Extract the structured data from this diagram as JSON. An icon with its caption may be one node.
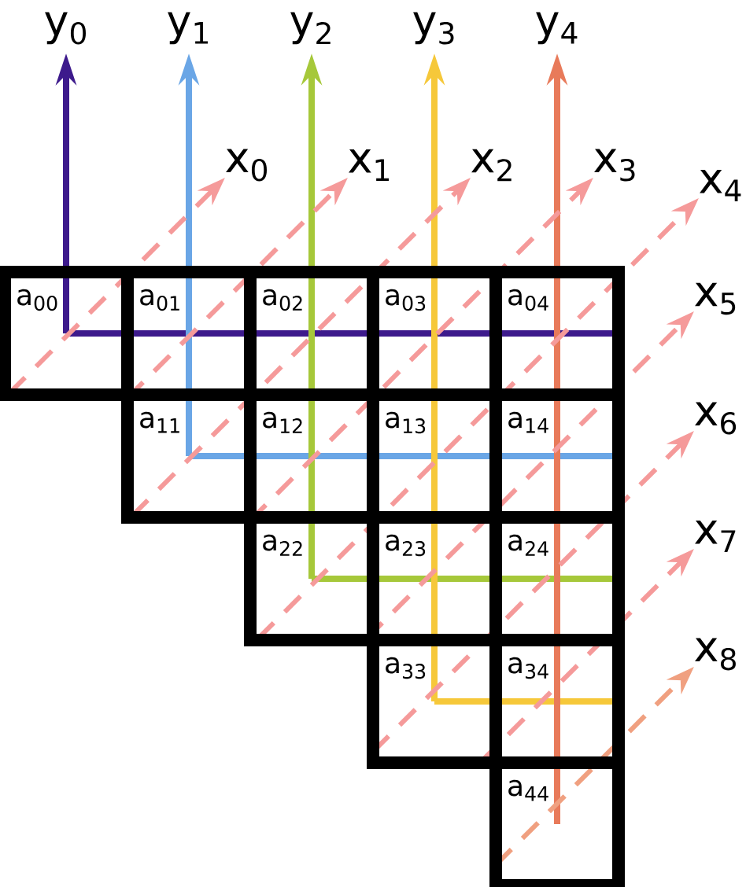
{
  "diagram": {
    "nodes": [
      {
        "text": [
          "a$_{00}$"
        ]
      },
      {
        "text": [
          "a$_{01}$"
        ]
      },
      {
        "text": [
          "a$_{02}$"
        ]
      },
      {
        "text": [
          "a$_{03}$"
        ]
      },
      {
        "text": [
          "a$_{04}$"
        ]
      },
      {
        "text": [
          "a$_{11}$"
        ]
      },
      {
        "text": [
          "a$_{12}$"
        ]
      },
      {
        "text": [
          "a$_{13}$"
        ]
      },
      {
        "text": [
          "a$_{14}$"
        ]
      },
      {
        "text": [
          "a$_{22}$"
        ]
      },
      {
        "text": [
          "a$_{23}$"
        ]
      },
      {
        "text": [
          "a$_{24}$"
        ]
      },
      {
        "text": [
          "a$_{33}$"
        ]
      },
      {
        "text": [
          "a$_{34}$"
        ]
      },
      {
        "text": [
          "a$_{44}$"
        ]
      }
    ],
    "labels": [
      "y$_{0}$",
      "y$_{1}$",
      "y$_{2}$",
      "y$_{3}$",
      "y$_{4}$",
      "x$_{0}$",
      "x$_{1}$",
      "x$_{2}$",
      "x$_{3}$",
      "x$_{4}$",
      "x$_{5}$",
      "x$_{6}$",
      "x$_{7}$",
      "x$_{8}$"
    ]
  }
}
